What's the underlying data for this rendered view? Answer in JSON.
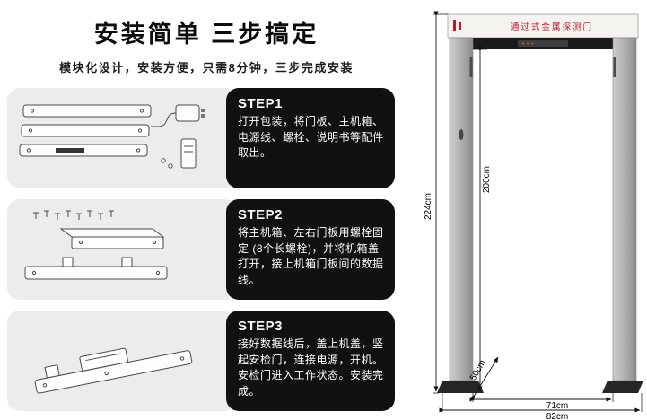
{
  "page": {
    "title": "安装简单 三步搞定",
    "subtitle": "模块化设计，安装方便，只需8分钟，三步完成安装"
  },
  "steps": [
    {
      "label": "STEP1",
      "text": "打开包装，将门板、主机箱、电源线、螺栓、说明书等配件取出。"
    },
    {
      "label": "STEP2",
      "text": "将主机箱、左右门板用螺栓固定 (8个长螺栓)，并将机箱盖打开，接上机箱门板间的数据线。"
    },
    {
      "label": "STEP3",
      "text": "接好数据线后，盖上机盖，竖起安检门，连接电源，开机。安检门进入工作状态。安装完成。"
    }
  ],
  "detector": {
    "header_text": "通过式金属探测门",
    "dimensions": {
      "outer_height": "224cm",
      "inner_height": "200cm",
      "depth": "50cm",
      "inner_width": "71cm",
      "outer_width": "82cm"
    }
  },
  "colors": {
    "step_panel_dark": "#111111",
    "illustration_gray": "#ececec",
    "header_text_red": "#c01622"
  }
}
